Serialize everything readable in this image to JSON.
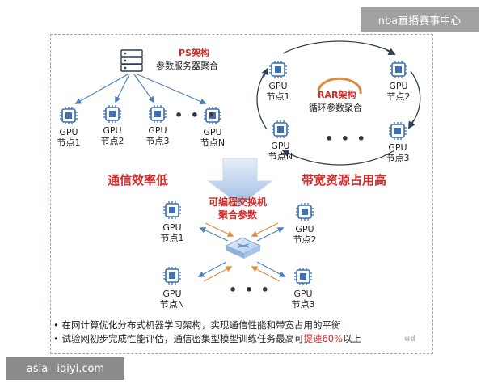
{
  "ps": {
    "title": "PS架构",
    "subtitle": "参数服务器聚合",
    "nodes": [
      {
        "gpu": "GPU",
        "name": "节点1"
      },
      {
        "gpu": "GPU",
        "name": "节点2"
      },
      {
        "gpu": "GPU",
        "name": "节点3"
      },
      {
        "gpu": "GPU",
        "name": "节点N"
      }
    ],
    "ellipsis": "• • •"
  },
  "rar": {
    "title": "RAR架构",
    "subtitle": "循环参数聚合",
    "nodes": [
      {
        "gpu": "GPU",
        "name": "节点1"
      },
      {
        "gpu": "GPU",
        "name": "节点2"
      },
      {
        "gpu": "GPU",
        "name": "节点N"
      },
      {
        "gpu": "GPU",
        "name": "节点3"
      }
    ],
    "ellipsis": "• • •"
  },
  "labels": {
    "low_efficiency": "通信效率低",
    "high_bandwidth": "带宽资源占用高",
    "switch_line1": "可编程交换机",
    "switch_line2": "聚合参数"
  },
  "switch_nodes": [
    {
      "gpu": "GPU",
      "name": "节点1"
    },
    {
      "gpu": "GPU",
      "name": "节点2"
    },
    {
      "gpu": "GPU",
      "name": "节点N"
    },
    {
      "gpu": "GPU",
      "name": "节点3"
    }
  ],
  "switch_ellipsis": "• • •",
  "bullets": [
    {
      "text": "在网计算优化分布式机器学习架构，实现通信性能和带宽占用的平衡"
    },
    {
      "text": "试验网初步完成性能评估，通信密集型模型训练任务最高可",
      "highlight": "提速60%",
      "suffix": "以上"
    }
  ],
  "bullet_marker": "•",
  "watermarks": {
    "top": "nba直播赛事中心",
    "bottom": "asia-–iqiyi.com",
    "cloud": "ud"
  },
  "colors": {
    "accent_red": "#d42a2a",
    "arrow_blue": "#4a7fc0",
    "arrow_orange": "#e08a3c",
    "chip_blue": "#3d6fb6",
    "frame_border": "#9aa7b5"
  }
}
